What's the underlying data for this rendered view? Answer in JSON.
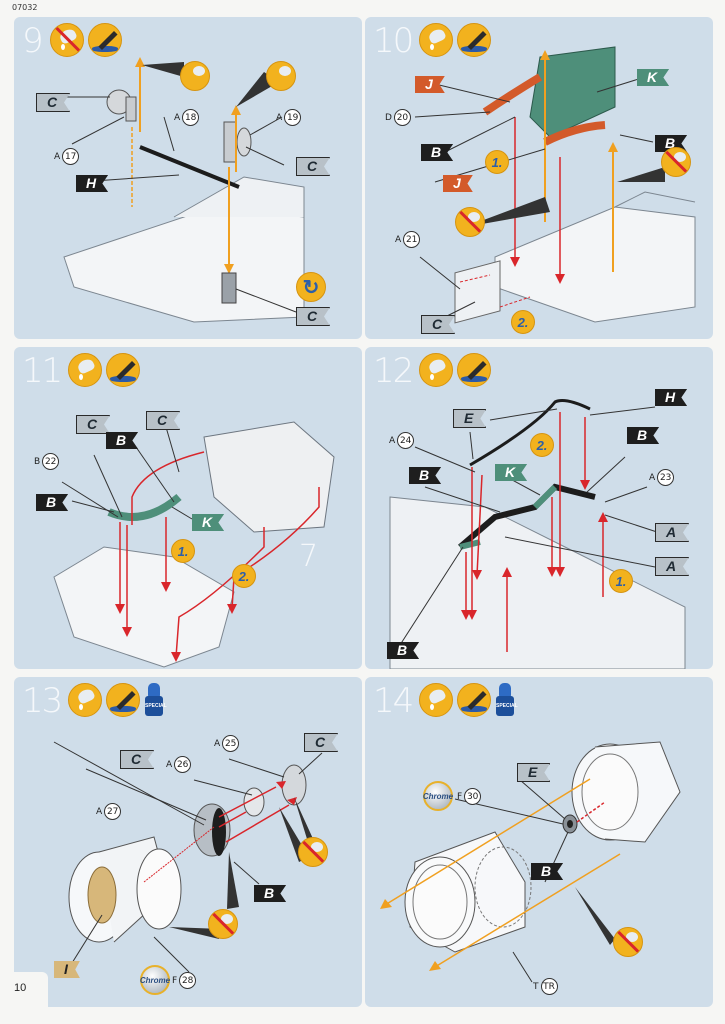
{
  "document": {
    "catalog_code": "07032",
    "page_number": "10"
  },
  "steps": [
    {
      "number": "9",
      "icons": [
        "no-glue-icon",
        "paint-brush-icon"
      ],
      "parts": [
        {
          "sprue": "A",
          "num": "17"
        },
        {
          "sprue": "A",
          "num": "18"
        },
        {
          "sprue": "A",
          "num": "19"
        }
      ],
      "color_flags": [
        {
          "letter": "C",
          "color": "grey"
        },
        {
          "letter": "H",
          "color": "black"
        },
        {
          "letter": "C",
          "color": "grey"
        },
        {
          "letter": "C",
          "color": "grey"
        }
      ],
      "callouts": [
        "heat-glue-icon",
        "heat-glue-icon",
        "flip-model-icon"
      ]
    },
    {
      "number": "10",
      "icons": [
        "glue-icon",
        "paint-brush-icon"
      ],
      "parts": [
        {
          "sprue": "D",
          "num": "20"
        },
        {
          "sprue": "A",
          "num": "21"
        }
      ],
      "color_flags": [
        {
          "letter": "J",
          "color": "orange"
        },
        {
          "letter": "K",
          "color": "green"
        },
        {
          "letter": "B",
          "color": "black"
        },
        {
          "letter": "B",
          "color": "black"
        },
        {
          "letter": "J",
          "color": "orange"
        },
        {
          "letter": "C",
          "color": "grey"
        }
      ],
      "order_markers": [
        "1.",
        "2."
      ],
      "callouts": [
        "no-glue-icon",
        "no-glue-icon"
      ]
    },
    {
      "number": "11",
      "icons": [
        "glue-icon",
        "paint-brush-icon"
      ],
      "parts": [
        {
          "sprue": "B",
          "num": "22"
        }
      ],
      "color_flags": [
        {
          "letter": "C",
          "color": "grey"
        },
        {
          "letter": "C",
          "color": "grey"
        },
        {
          "letter": "B",
          "color": "black"
        },
        {
          "letter": "B",
          "color": "black"
        },
        {
          "letter": "K",
          "color": "green"
        }
      ],
      "order_markers": [
        "1.",
        "2."
      ],
      "reference_step": "7"
    },
    {
      "number": "12",
      "icons": [
        "glue-icon",
        "paint-brush-icon"
      ],
      "parts": [
        {
          "sprue": "A",
          "num": "24"
        },
        {
          "sprue": "A",
          "num": "23"
        }
      ],
      "color_flags": [
        {
          "letter": "E",
          "color": "grey"
        },
        {
          "letter": "H",
          "color": "black"
        },
        {
          "letter": "B",
          "color": "black"
        },
        {
          "letter": "K",
          "color": "green"
        },
        {
          "letter": "B",
          "color": "black"
        },
        {
          "letter": "A",
          "color": "grey"
        },
        {
          "letter": "A",
          "color": "grey"
        },
        {
          "letter": "B",
          "color": "black"
        }
      ],
      "order_markers": [
        "2.",
        "1."
      ]
    },
    {
      "number": "13",
      "icons": [
        "glue-icon",
        "paint-brush-icon",
        "special-glue-bottle-icon"
      ],
      "bottle_label": "SPECIAL",
      "parts": [
        {
          "sprue": "A",
          "num": "25"
        },
        {
          "sprue": "A",
          "num": "26"
        },
        {
          "sprue": "A",
          "num": "27"
        },
        {
          "sprue": "F",
          "num": "28"
        }
      ],
      "color_flags": [
        {
          "letter": "C",
          "color": "grey"
        },
        {
          "letter": "C",
          "color": "grey"
        },
        {
          "letter": "B",
          "color": "black"
        },
        {
          "letter": "I",
          "color": "tan"
        }
      ],
      "chrome_label": "Chrome",
      "callouts": [
        "no-glue-icon",
        "no-glue-icon",
        "no-glue-icon"
      ]
    },
    {
      "number": "14",
      "icons": [
        "glue-icon",
        "paint-brush-icon",
        "special-glue-bottle-icon"
      ],
      "bottle_label": "SPECIAL",
      "parts": [
        {
          "sprue": "F",
          "num": "30"
        },
        {
          "sprue": "T",
          "num": "TR"
        }
      ],
      "color_flags": [
        {
          "letter": "E",
          "color": "grey"
        },
        {
          "letter": "B",
          "color": "black"
        }
      ],
      "chrome_label": "Chrome",
      "callouts": [
        "no-glue-icon"
      ]
    }
  ],
  "colors": {
    "panel_bg": "#cfdde9",
    "accent_yellow": "#f2b21e",
    "arrow_red": "#d9262b",
    "arrow_orange": "#f0a020",
    "flag_green": "#4e8f7a",
    "flag_orange": "#d35a2a"
  }
}
